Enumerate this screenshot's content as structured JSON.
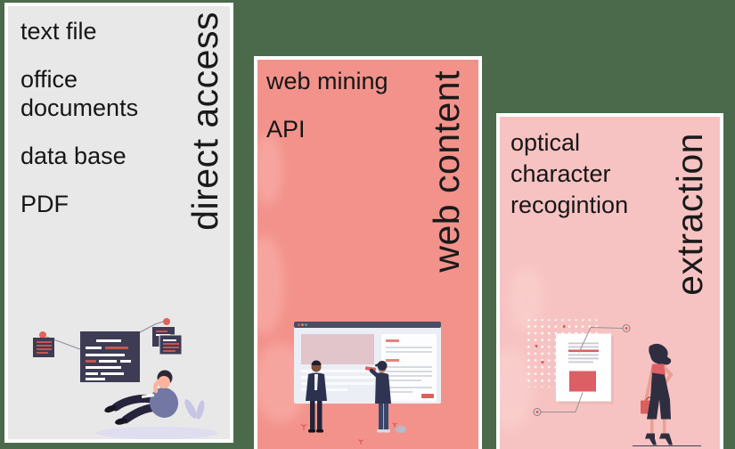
{
  "background_color": "#4b6a4b",
  "white_border_color": "#ffffff",
  "text_color": "#161616",
  "accent_red": "#d9605c",
  "illustration_navy": "#3e3c54",
  "panels": [
    {
      "id": "direct-access",
      "bg": "#e9e8e8",
      "vertical_label": "direct access",
      "items": [
        "text file",
        "office documents",
        "data base",
        "PDF"
      ],
      "illustration": "person-sitting-with-code-window-and-cards"
    },
    {
      "id": "web-content",
      "bg": "#f2928b",
      "vertical_label": "web content",
      "items": [
        "web mining",
        "API"
      ],
      "illustration": "two-people-annotating-browser-page"
    },
    {
      "id": "extraction",
      "bg": "#f7c3c2",
      "vertical_label": "extraction",
      "items": [
        "optical character recogintion"
      ],
      "illustration": "woman-beside-scanned-document-with-callouts"
    }
  ]
}
